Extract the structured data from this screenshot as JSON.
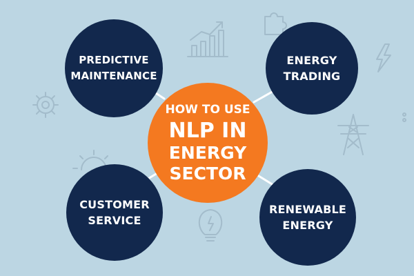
{
  "colors": {
    "background": "#bcd6e3",
    "node_fill": "#12284d",
    "hub_fill": "#f47920",
    "connector": "#ffffff",
    "icon_stroke": "#a3bccb"
  },
  "hub": {
    "line1": "HOW TO USE",
    "line2": "NLP IN",
    "line3": "ENERGY",
    "line4": "SECTOR"
  },
  "nodes": {
    "predictive_maintenance": "PREDICTIVE\nMAINTENANCE",
    "energy_trading": "ENERGY\nTRADING",
    "customer_service": "CUSTOMER\nSERVICE",
    "renewable_energy": "RENEWABLE\nENERGY"
  },
  "decorative_icons": [
    "bar-chart-growth-icon",
    "puzzle-piece-icon",
    "lightning-bolt-icon",
    "gear-icon",
    "power-tower-icon",
    "sun-icon",
    "lightbulb-icon",
    "dots-icon"
  ]
}
